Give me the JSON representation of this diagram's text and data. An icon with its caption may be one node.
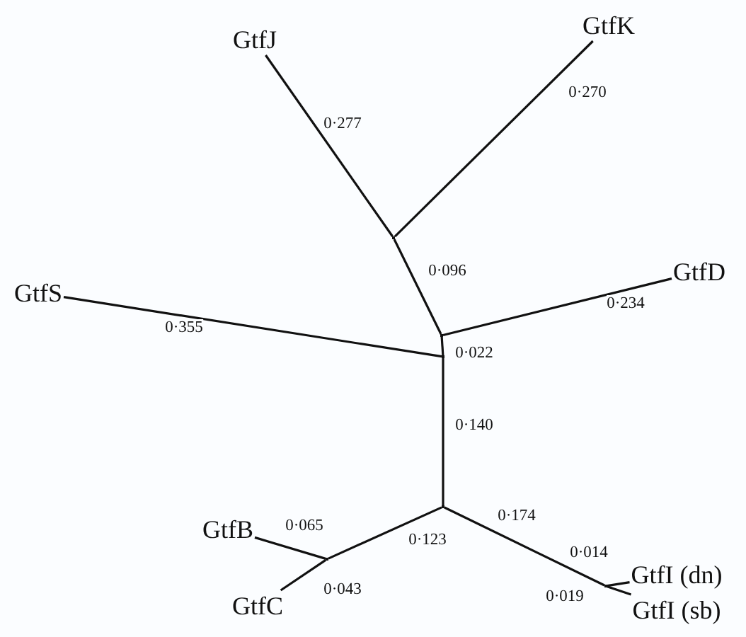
{
  "diagram": {
    "nodes": [
      {
        "text": [
          "GtfJ"
        ]
      },
      {
        "text": [
          "GtfK"
        ]
      },
      {
        "text": [
          "GtfS"
        ]
      },
      {
        "text": [
          "GtfD"
        ]
      },
      {
        "text": [
          "GtfB"
        ]
      },
      {
        "text": [
          "GtfC"
        ]
      },
      {
        "text": [
          "GtfI (dn)"
        ]
      },
      {
        "text": [
          "GtfI (sb)"
        ]
      },
      {
        "text": [],
        "shape": "point"
      },
      {
        "text": [],
        "shape": "point"
      },
      {
        "text": [],
        "shape": "point"
      },
      {
        "text": [],
        "shape": "point"
      },
      {
        "text": [],
        "shape": "point"
      },
      {
        "text": [],
        "shape": "point"
      }
    ],
    "edges": [
      {
        "from": 8,
        "to": 0,
        "arrow": "none",
        "label": "0·277"
      },
      {
        "from": 8,
        "to": 1,
        "arrow": "none",
        "label": "0·270"
      },
      {
        "from": 9,
        "to": 8,
        "arrow": "none",
        "label": "0·096"
      },
      {
        "from": 9,
        "to": 3,
        "arrow": "none",
        "label": "0·234"
      },
      {
        "from": 10,
        "to": 9,
        "arrow": "none",
        "label": "0·022"
      },
      {
        "from": 10,
        "to": 2,
        "arrow": "none",
        "label": "0·355"
      },
      {
        "from": 11,
        "to": 10,
        "arrow": "none",
        "label": "0·140"
      },
      {
        "from": 11,
        "to": 12,
        "arrow": "none",
        "label": "0·123"
      },
      {
        "from": 12,
        "to": 4,
        "arrow": "none",
        "label": "0·065"
      },
      {
        "from": 12,
        "to": 5,
        "arrow": "none",
        "label": "0·043"
      },
      {
        "from": 11,
        "to": 13,
        "arrow": "none",
        "label": "0·174"
      },
      {
        "from": 13,
        "to": 6,
        "arrow": "none",
        "label": "0·014"
      },
      {
        "from": 13,
        "to": 7,
        "arrow": "none",
        "label": "0·019"
      }
    ]
  }
}
